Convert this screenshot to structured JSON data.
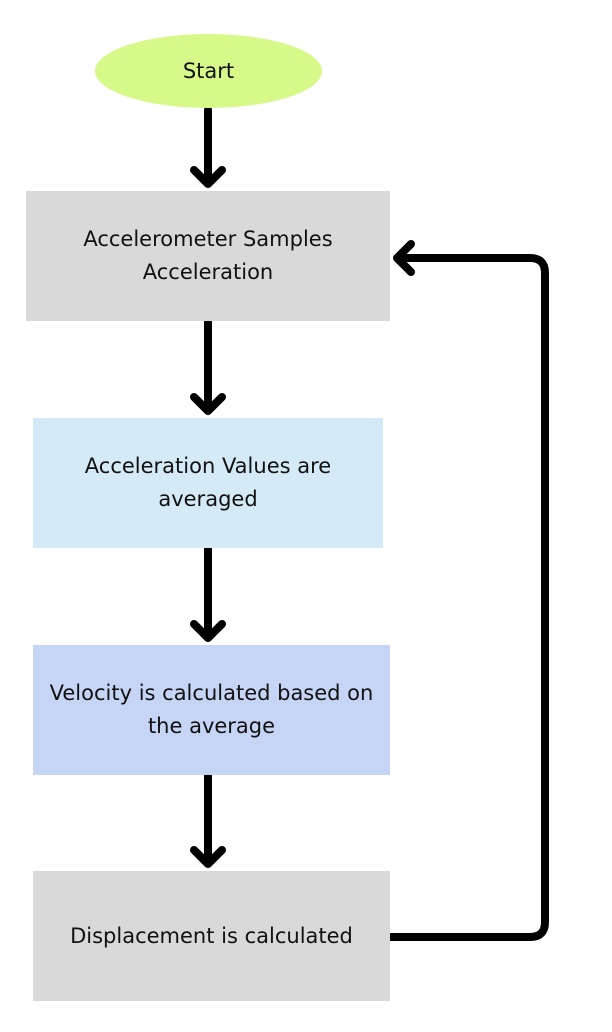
{
  "diagram": {
    "type": "flowchart",
    "nodes": [
      {
        "id": "start",
        "shape": "ellipse",
        "label": "Start",
        "color": "#d7f98a"
      },
      {
        "id": "n1",
        "shape": "rectangle",
        "label": "Accelerometer Samples Acceleration",
        "color": "#d9d9d9"
      },
      {
        "id": "n2",
        "shape": "rectangle",
        "label": "Acceleration Values are averaged",
        "color": "#d4eaf7"
      },
      {
        "id": "n3",
        "shape": "rectangle",
        "label": "Velocity is calculated based on the average",
        "color": "#c6d5f5"
      },
      {
        "id": "n4",
        "shape": "rectangle",
        "label": "Displacement is calculated",
        "color": "#d9d9d9"
      }
    ],
    "edges": [
      {
        "from": "start",
        "to": "n1"
      },
      {
        "from": "n1",
        "to": "n2"
      },
      {
        "from": "n2",
        "to": "n3"
      },
      {
        "from": "n3",
        "to": "n4"
      },
      {
        "from": "n4",
        "to": "n1",
        "kind": "loop-back"
      }
    ],
    "edge_color": "#000000"
  }
}
